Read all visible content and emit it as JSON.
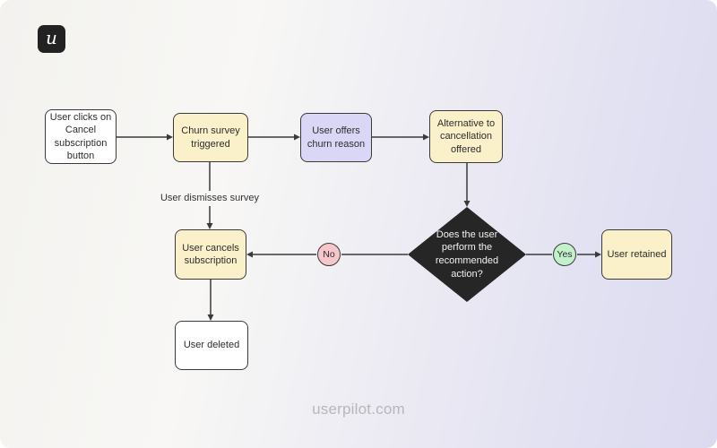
{
  "brand": {
    "letter": "u"
  },
  "nodes": {
    "start": {
      "label": "User clicks on\nCancel\nsubscription\nbutton"
    },
    "churn_survey": {
      "label": "Churn survey\ntriggered"
    },
    "churn_reason": {
      "label": "User offers\nchurn reason"
    },
    "alternative": {
      "label": "Alternative to\ncancellation\noffered"
    },
    "decision": {
      "label": "Does the user\nperform the\nrecommended\naction?"
    },
    "retained": {
      "label": "User retained"
    },
    "cancels": {
      "label": "User cancels\nsubscription"
    },
    "deleted": {
      "label": "User deleted"
    }
  },
  "edges": {
    "dismiss_label": "User dismisses survey",
    "no_label": "No",
    "yes_label": "Yes"
  },
  "footer": {
    "text": "userpilot.com"
  },
  "colors": {
    "box_yellow": "#faf0c9",
    "box_purple": "#dad7f6",
    "box_white": "#ffffff",
    "badge_green": "#c3f2ca",
    "badge_pink": "#f6c6ca",
    "diamond_dark": "#262626",
    "logo_dark": "#222222",
    "line": "#3a3a3a"
  }
}
